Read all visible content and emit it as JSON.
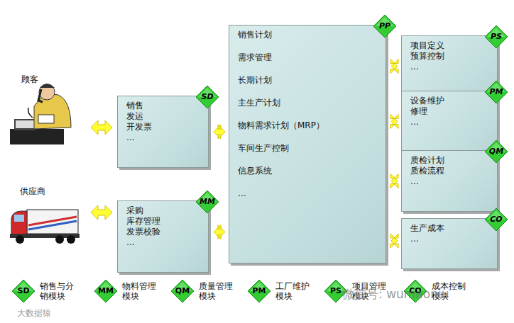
{
  "diagram": {
    "nodes": [
      {
        "text": [
          "销售",
          "发运",
          "开发票",
          "…"
        ]
      },
      {
        "text": [
          "SD"
        ],
        "in": 0
      },
      {
        "text": [
          "采购",
          "库存管理",
          "发票校验",
          "…"
        ]
      },
      {
        "text": [
          "MM"
        ],
        "in": 2
      },
      {
        "text": [
          "销售计划",
          "需求管理",
          "长期计划",
          "主生产计划",
          "物料需求计划（MRP）",
          "车间生产控制",
          "信息系统",
          "…"
        ]
      },
      {
        "text": [
          "PP"
        ],
        "in": 4
      },
      {
        "text": [
          "项目定义",
          "预算控制",
          "…"
        ]
      },
      {
        "text": [
          "PS"
        ],
        "in": 6
      },
      {
        "text": [
          "设备维护",
          "修理",
          "…"
        ]
      },
      {
        "text": [
          "PM"
        ],
        "in": 8
      },
      {
        "text": [
          "质检计划",
          "质检流程",
          "…"
        ]
      },
      {
        "text": [
          "QM"
        ],
        "in": 10
      },
      {
        "text": [
          "生产成本",
          "…"
        ]
      },
      {
        "text": [
          "CO"
        ],
        "in": 12
      },
      {
        "text": [
          "SD",
          "销售与分销模块"
        ]
      },
      {
        "text": [
          "MM",
          "物料管理模块"
        ]
      },
      {
        "text": [
          "QM",
          "质量管理模块"
        ]
      },
      {
        "text": [
          "PM",
          "工厂维护模块"
        ]
      },
      {
        "text": [
          "PS",
          "项目管理模块"
        ]
      },
      {
        "text": [
          "CO",
          "成本控制模块"
        ]
      }
    ],
    "edges": [
      {
        "from": 0,
        "to": 4,
        "arrow": "both"
      },
      {
        "from": 2,
        "to": 4,
        "arrow": "both"
      },
      {
        "from": 4,
        "to": 6,
        "arrow": "both"
      },
      {
        "from": 4,
        "to": 8,
        "arrow": "both"
      },
      {
        "from": 4,
        "to": 10,
        "arrow": "both"
      },
      {
        "from": 4,
        "to": 12,
        "arrow": "both"
      }
    ],
    "labels": [
      "顾客",
      "供应商",
      "大数据猿",
      "微信号: wumaoniu"
    ]
  }
}
